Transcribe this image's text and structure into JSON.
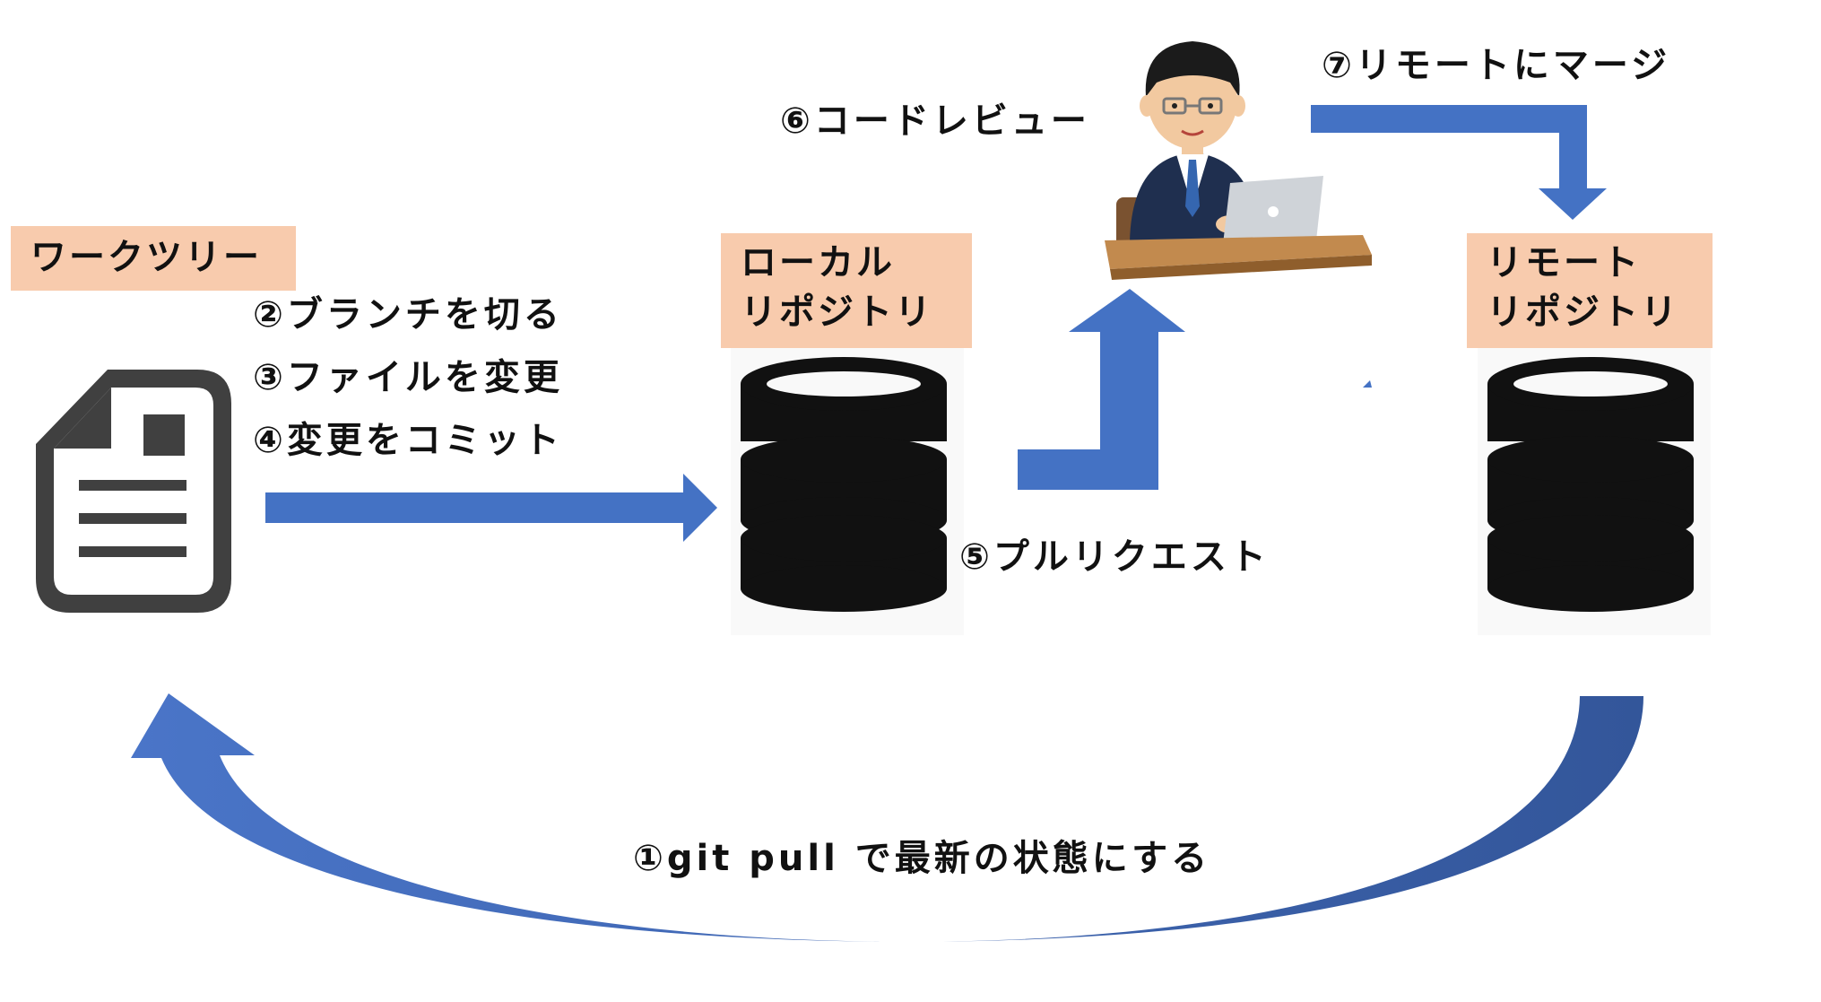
{
  "nodes": {
    "worktree": {
      "label": "ワークツリー",
      "icon": "document-icon"
    },
    "local_repo": {
      "line1": "ローカル",
      "line2": "リポジトリ",
      "icon": "database-icon"
    },
    "remote_repo": {
      "line1": "リモート",
      "line2": "リポジトリ",
      "icon": "database-icon"
    },
    "reviewer": {
      "icon": "reviewer-at-laptop-icon"
    }
  },
  "steps": {
    "s1": "①git pull で最新の状態にする",
    "s2": "②ブランチを切る",
    "s3": "③ファイルを変更",
    "s4": "④変更をコミット",
    "s5": "⑤プルリクエスト",
    "s6": "⑥コードレビュー",
    "s7": "⑦リモートにマージ"
  },
  "colors": {
    "arrow": "#4472c4",
    "label_box": "#f8cbad",
    "icon_dark": "#111111",
    "document_gray": "#404040"
  }
}
